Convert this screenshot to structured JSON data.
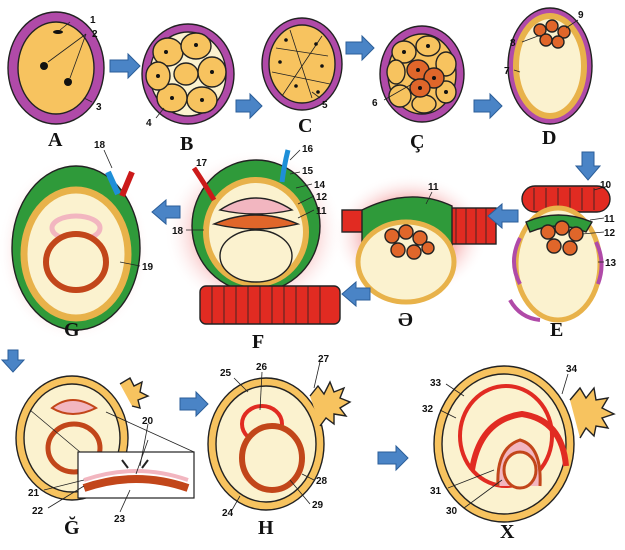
{
  "stages": {
    "A": "A",
    "B": "B",
    "C": "C",
    "C_cedilla": "Ç",
    "D": "D",
    "E": "E",
    "schwa": "Ə",
    "F": "F",
    "G": "G",
    "G_breve": "Ğ",
    "H": "H",
    "X": "X"
  },
  "labels": {
    "n1": "1",
    "n2": "2",
    "n3": "3",
    "n4": "4",
    "n5": "5",
    "n6": "6",
    "n7": "7",
    "n8": "8",
    "n9": "9",
    "n10": "10",
    "n11": "11",
    "n12": "12",
    "n13": "13",
    "n14": "14",
    "n15": "15",
    "n16": "16",
    "n17": "17",
    "n18": "18",
    "n19": "19",
    "n20": "20",
    "n21": "21",
    "n22": "22",
    "n23": "23",
    "n24": "24",
    "n25": "25",
    "n26": "26",
    "n27": "27",
    "n28": "28",
    "n29": "29",
    "n30": "30",
    "n31": "31",
    "n32": "32",
    "n33": "33",
    "n34": "34"
  },
  "colors": {
    "zona": "#b04aa8",
    "cytoplasm": "#f7c35f",
    "inner_mass": "#e0662a",
    "endometrium": "#2f9a3a",
    "epithelium": "#e12b22",
    "blood_vessel_red": "#cc1a1a",
    "blood_vessel_blue": "#1e8fd8",
    "cavity": "#fbf2cf",
    "arrow": "#4a84c6"
  }
}
